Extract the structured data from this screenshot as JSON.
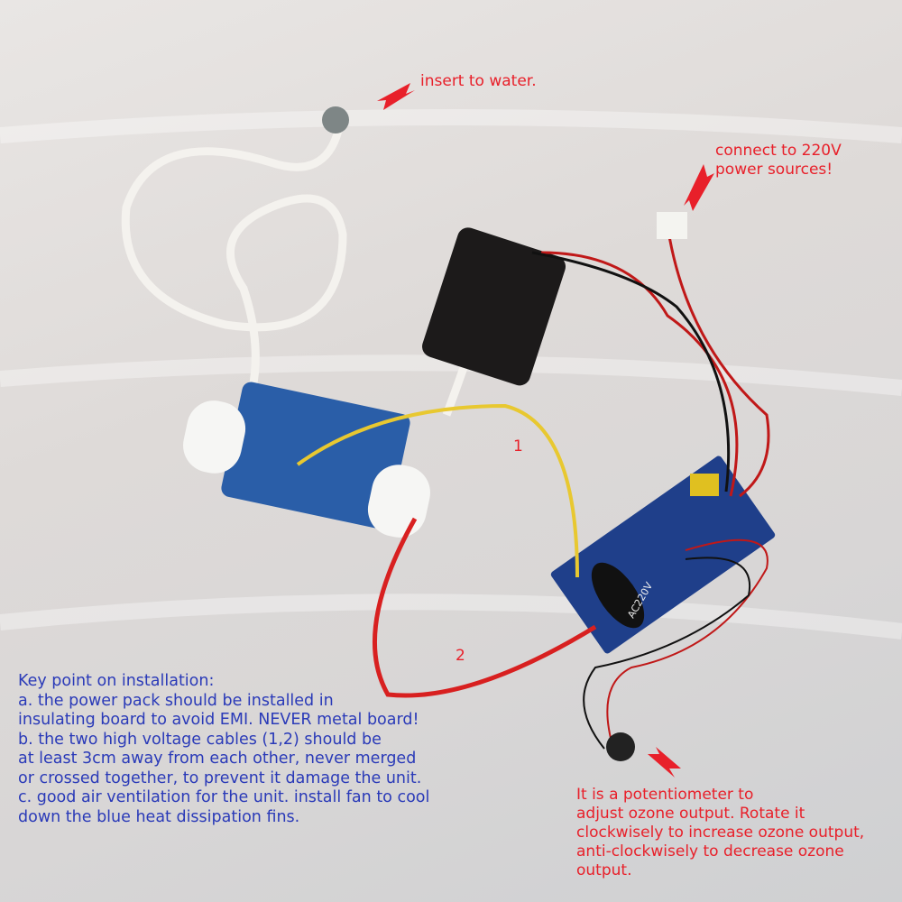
{
  "annotations": {
    "insert_water": "insert to water.",
    "power_source": "connect to 220V\npower sources!",
    "cable_1": "1",
    "cable_2": "2",
    "board_marking": "AC220V",
    "installation_notes": "Key point on installation:\na. the power pack should be installed in\ninsulating board to avoid EMI. NEVER metal board!\nb. the two high voltage cables (1,2) should be\nat least 3cm away from each other, never merged\nor crossed together, to prevent it damage the unit.\nc. good air ventilation for the unit. install fan to cool\ndown the blue heat dissipation fins.",
    "potentiometer_note": "It is a potentiometer to\nadjust ozone output. Rotate it\nclockwisely to increase ozone output,\nanti-clockwisely to decrease ozone\noutput."
  },
  "colors": {
    "annotation_red": "#e8202a",
    "annotation_blue": "#2a3ab8"
  }
}
